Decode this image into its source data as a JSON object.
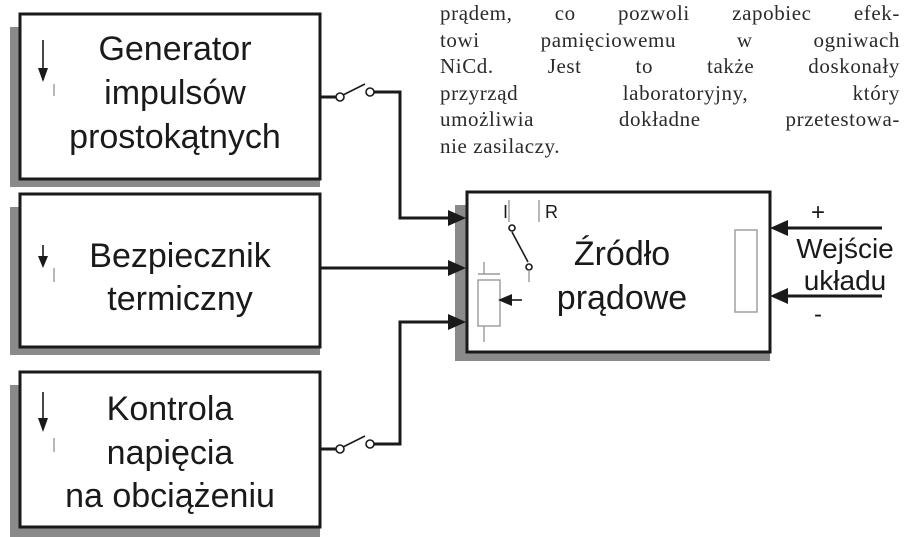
{
  "paragraph": {
    "lines": [
      "prądem, co pozwoli zapobiec efek-",
      "towi pamięciowemu w ogniwach",
      "NiCd. Jest to także doskonały",
      "przyrząd laboratoryjny, który",
      "umożliwia dokładne przetestowa-",
      "nie zasilaczy."
    ]
  },
  "blocks": {
    "generator": {
      "line1": "Generator",
      "line2": "impulsów",
      "line3": "prostokątnych"
    },
    "fuse": {
      "line1": "Bezpiecznik",
      "line2": "termiczny"
    },
    "voltage": {
      "line1": "Kontrola",
      "line2": "napięcia",
      "line3": "na obciążeniu"
    },
    "source": {
      "line1": "Źródło",
      "line2": "prądowe",
      "switch_I": "I",
      "switch_R": "R"
    }
  },
  "input": {
    "plus": "+",
    "minus": "-",
    "line1": "Wejście",
    "line2": "układu"
  }
}
